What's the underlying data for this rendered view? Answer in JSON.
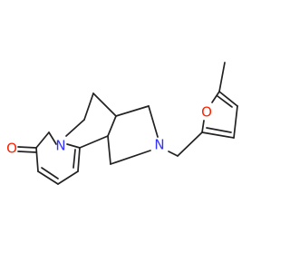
{
  "atoms": {
    "n_pyridone": {
      "label": "N",
      "color": "#3333ff"
    },
    "n_amine": {
      "label": "N",
      "color": "#3333ff"
    },
    "o_carbonyl": {
      "label": "O",
      "color": "#ff2200"
    },
    "o_furan": {
      "label": "O",
      "color": "#ff2200"
    }
  },
  "bond_color": "#222222"
}
